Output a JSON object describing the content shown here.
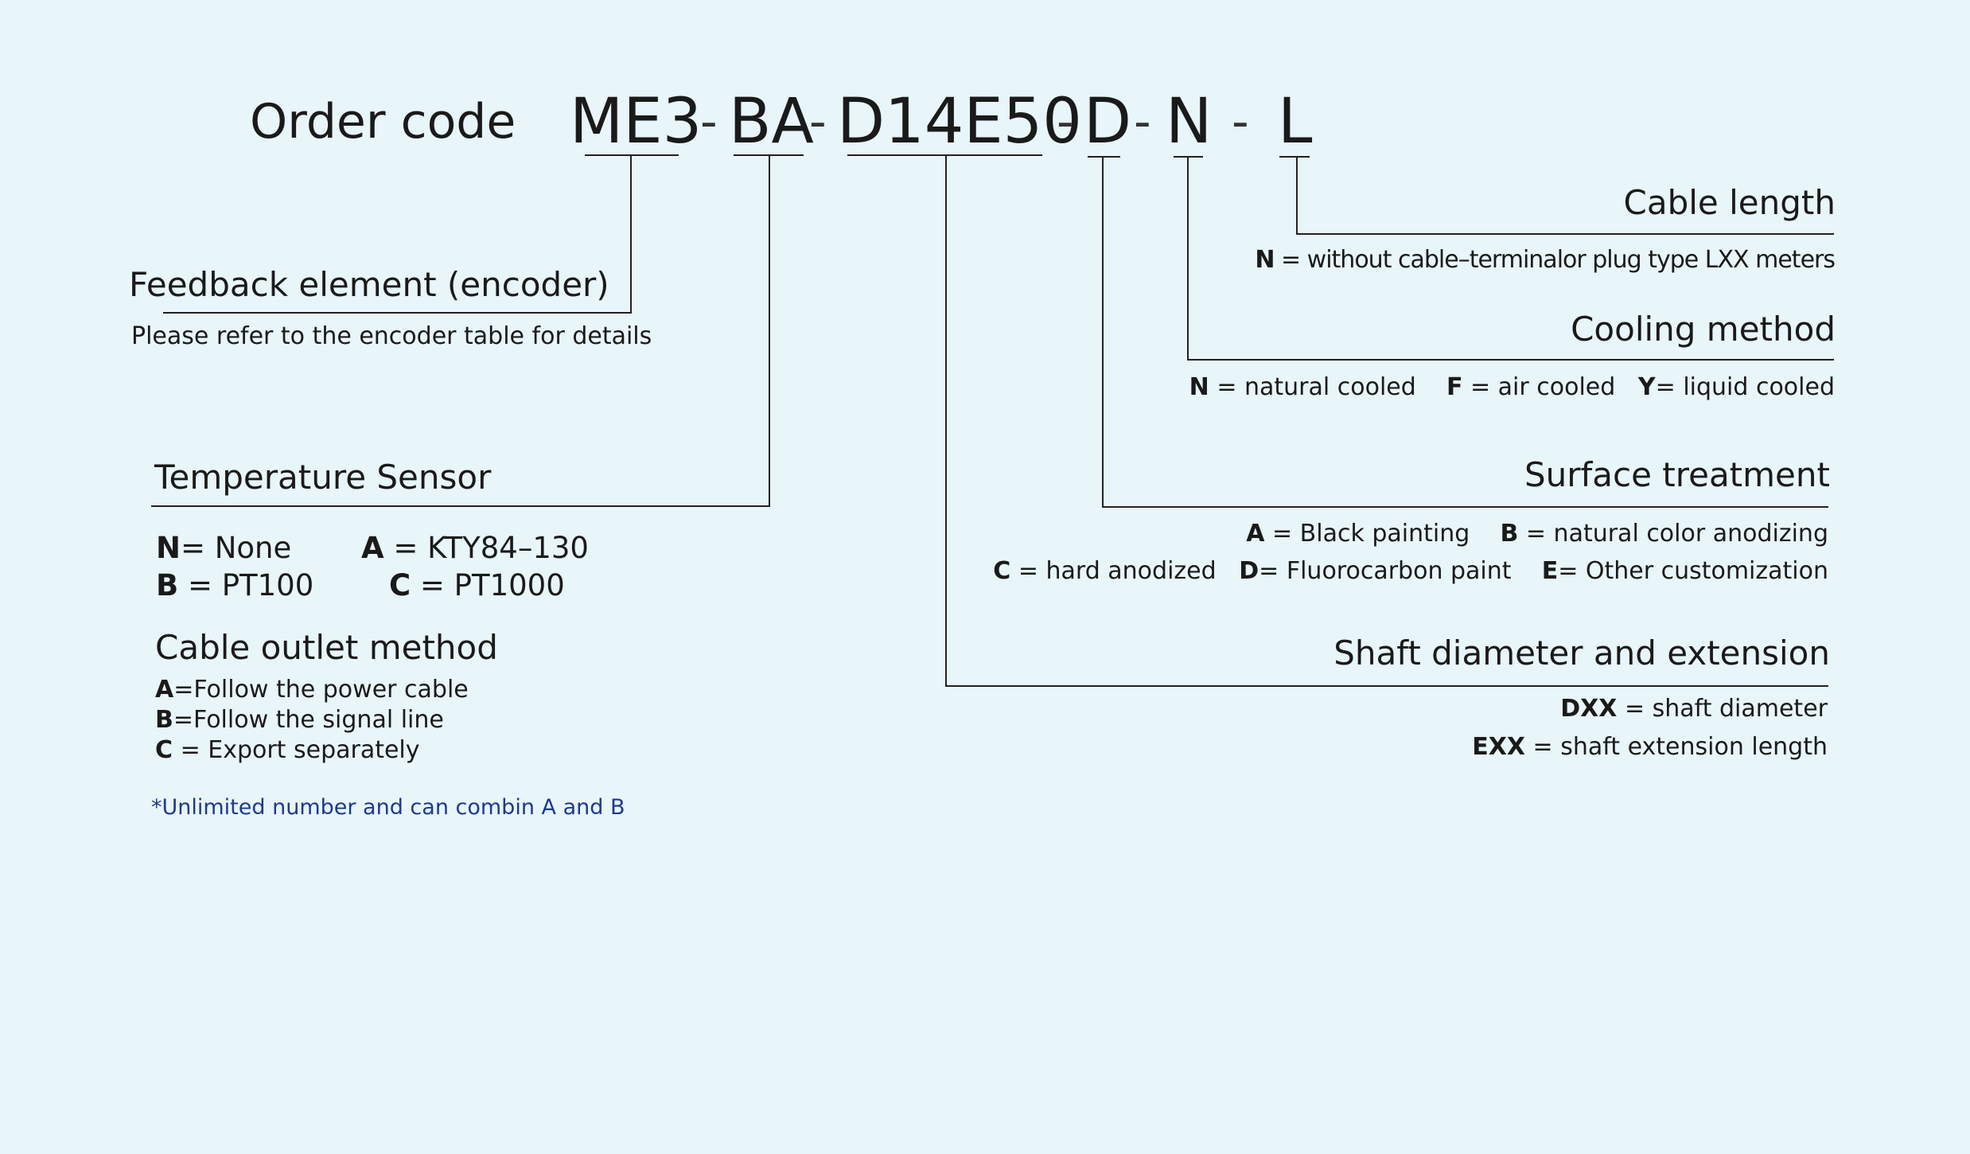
{
  "title": "Order code",
  "code": {
    "segments": [
      "ME3",
      "BA",
      "D14E50",
      "D",
      "N",
      "L"
    ],
    "separator": "-"
  },
  "feedback": {
    "heading": "Feedback element (encoder)",
    "desc": "Please refer to the encoder table for details"
  },
  "temperature": {
    "heading": "Temperature Sensor",
    "rows": [
      {
        "k1": "N",
        "v1": "=  None",
        "k2": "A",
        "v2": " = KTY84–130"
      },
      {
        "k1": "B",
        "v1": " = PT100",
        "k2": "C",
        "v2": " = PT1000"
      }
    ]
  },
  "cable_outlet": {
    "heading": "Cable outlet method",
    "items": [
      {
        "k": "A",
        "v": "=Follow the power cable"
      },
      {
        "k": "B",
        "v": "=Follow the signal line"
      },
      {
        "k": "C",
        "v": " = Export separately"
      }
    ],
    "note": "*Unlimited number and can combin A and B"
  },
  "cable_length": {
    "heading": "Cable length",
    "k": "N",
    "v": " = without cable–terminalor  plug type LXX meters"
  },
  "cooling": {
    "heading": "Cooling method",
    "items": [
      {
        "k": "N",
        "v": " = natural cooled"
      },
      {
        "k": "F",
        "v": " = air cooled"
      },
      {
        "k": "Y",
        "v": "= liquid cooled"
      }
    ]
  },
  "surface": {
    "heading": "Surface treatment",
    "row1": [
      {
        "k": "A",
        "v": " = Black painting"
      },
      {
        "k": "B",
        "v": " = natural color anodizing"
      }
    ],
    "row2": [
      {
        "k": "C",
        "v": " = hard anodized"
      },
      {
        "k": "D",
        "v": "= Fluorocarbon paint"
      },
      {
        "k": "E",
        "v": "= Other customization"
      }
    ]
  },
  "shaft": {
    "heading": "Shaft diameter and extension",
    "items": [
      {
        "k": "DXX",
        "v": " = shaft diameter"
      },
      {
        "k": "EXX",
        "v": " = shaft extension length"
      }
    ]
  },
  "colors": {
    "background": "#e8f5f9",
    "text": "#1a1a1a",
    "note": "#1f3a8a",
    "line": "#222222"
  }
}
